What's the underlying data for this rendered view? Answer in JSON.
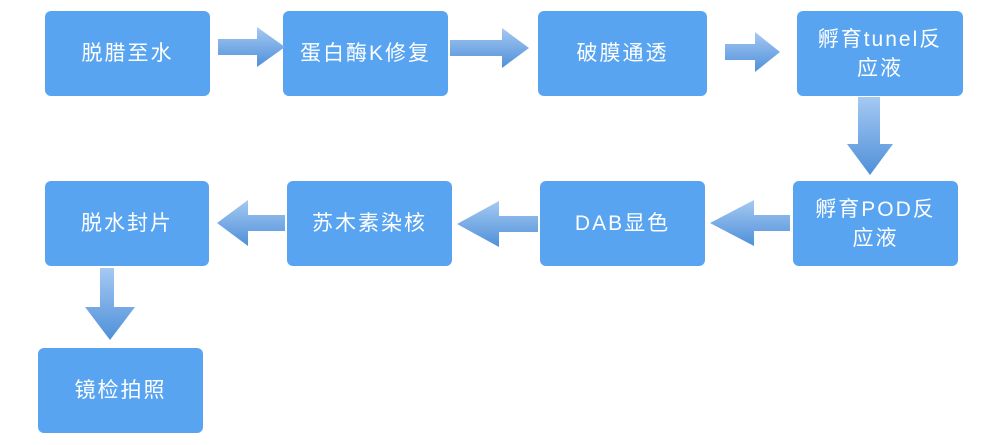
{
  "diagram": {
    "type": "flowchart",
    "nodes": [
      {
        "id": "n1",
        "label": "脱腊至水"
      },
      {
        "id": "n2",
        "label": "蛋白酶K修复"
      },
      {
        "id": "n3",
        "label": "破膜通透"
      },
      {
        "id": "n4",
        "label": "孵育tunel反\n应液"
      },
      {
        "id": "n5",
        "label": "孵育POD反\n应液"
      },
      {
        "id": "n6",
        "label": "DAB显色"
      },
      {
        "id": "n7",
        "label": "苏木素染核"
      },
      {
        "id": "n8",
        "label": "脱水封片"
      },
      {
        "id": "n9",
        "label": "镜检拍照"
      }
    ],
    "edges": [
      {
        "from": "脱腊至水",
        "to": "蛋白酶K修复",
        "direction": "right"
      },
      {
        "from": "蛋白酶K修复",
        "to": "破膜通透",
        "direction": "right"
      },
      {
        "from": "破膜通透",
        "to": "孵育tunel反应液",
        "direction": "right"
      },
      {
        "from": "孵育tunel反应液",
        "to": "孵育POD反应液",
        "direction": "down"
      },
      {
        "from": "孵育POD反应液",
        "to": "DAB显色",
        "direction": "left"
      },
      {
        "from": "DAB显色",
        "to": "苏木素染核",
        "direction": "left"
      },
      {
        "from": "苏木素染核",
        "to": "脱水封片",
        "direction": "left"
      },
      {
        "from": "脱水封片",
        "to": "镜检拍照",
        "direction": "down"
      }
    ]
  },
  "colors": {
    "box_fill": "#58a4f1",
    "arrow_gradient_light": "#a5c9f2",
    "arrow_gradient_dark": "#4f90d9",
    "node_text": "#ffffff",
    "background": "#ffffff"
  }
}
